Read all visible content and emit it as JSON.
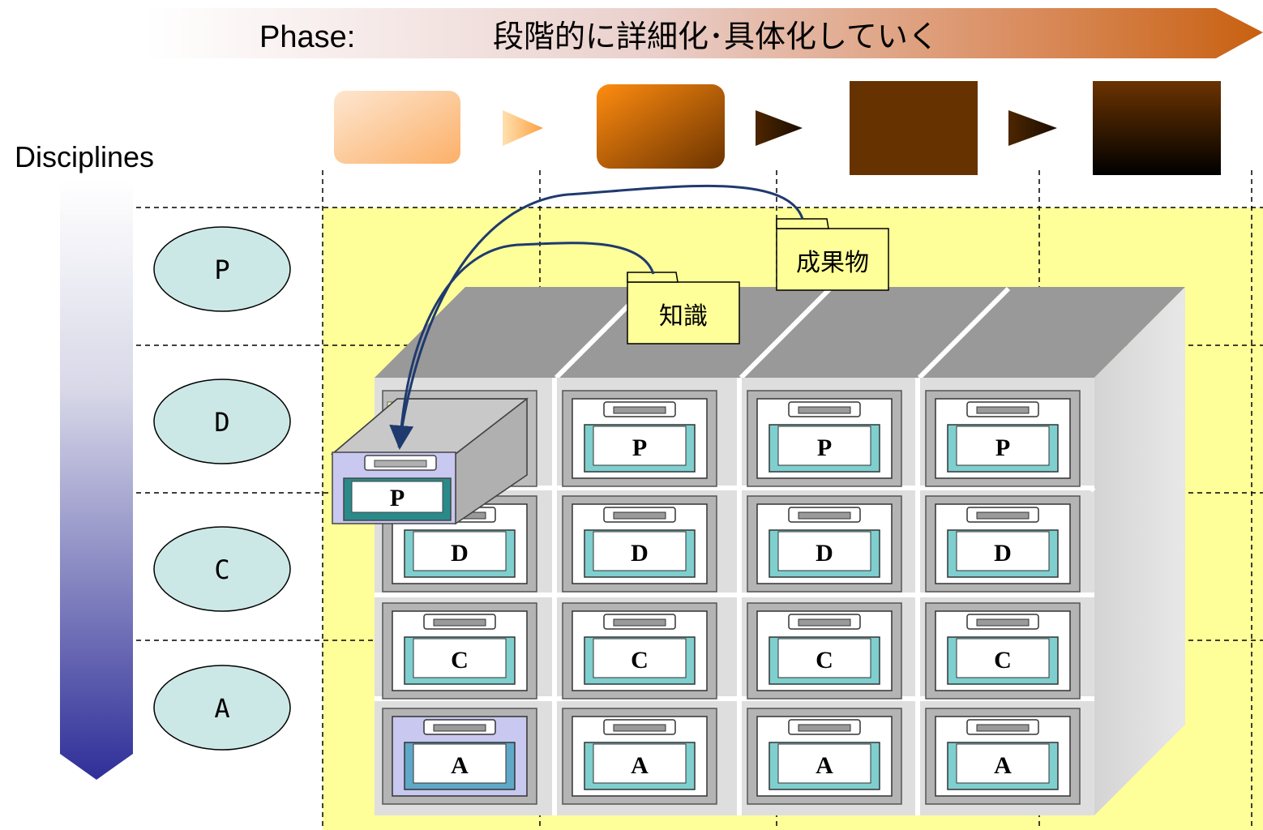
{
  "phase": {
    "label": "Phase:",
    "description": "段階的に詳細化･具体化していく"
  },
  "disciplines": {
    "label": "Disciplines",
    "items": [
      "P",
      "D",
      "C",
      "A"
    ]
  },
  "artifacts": {
    "knowledge": "知識",
    "deliverable": "成果物"
  },
  "cabinet": {
    "drawer_rows": [
      "P",
      "D",
      "C",
      "A"
    ],
    "pulled_drawer": "P"
  },
  "colors": {
    "phase1": "#fdbf7e",
    "phase2": "#e07010",
    "phase3": "#663300",
    "phase4": "#1a0d00",
    "yellow_area": "#ffff99",
    "ellipse_fill": "#cce8e6",
    "drawer_window": "#7fcfcf",
    "arrow": "#1f3a6e"
  }
}
